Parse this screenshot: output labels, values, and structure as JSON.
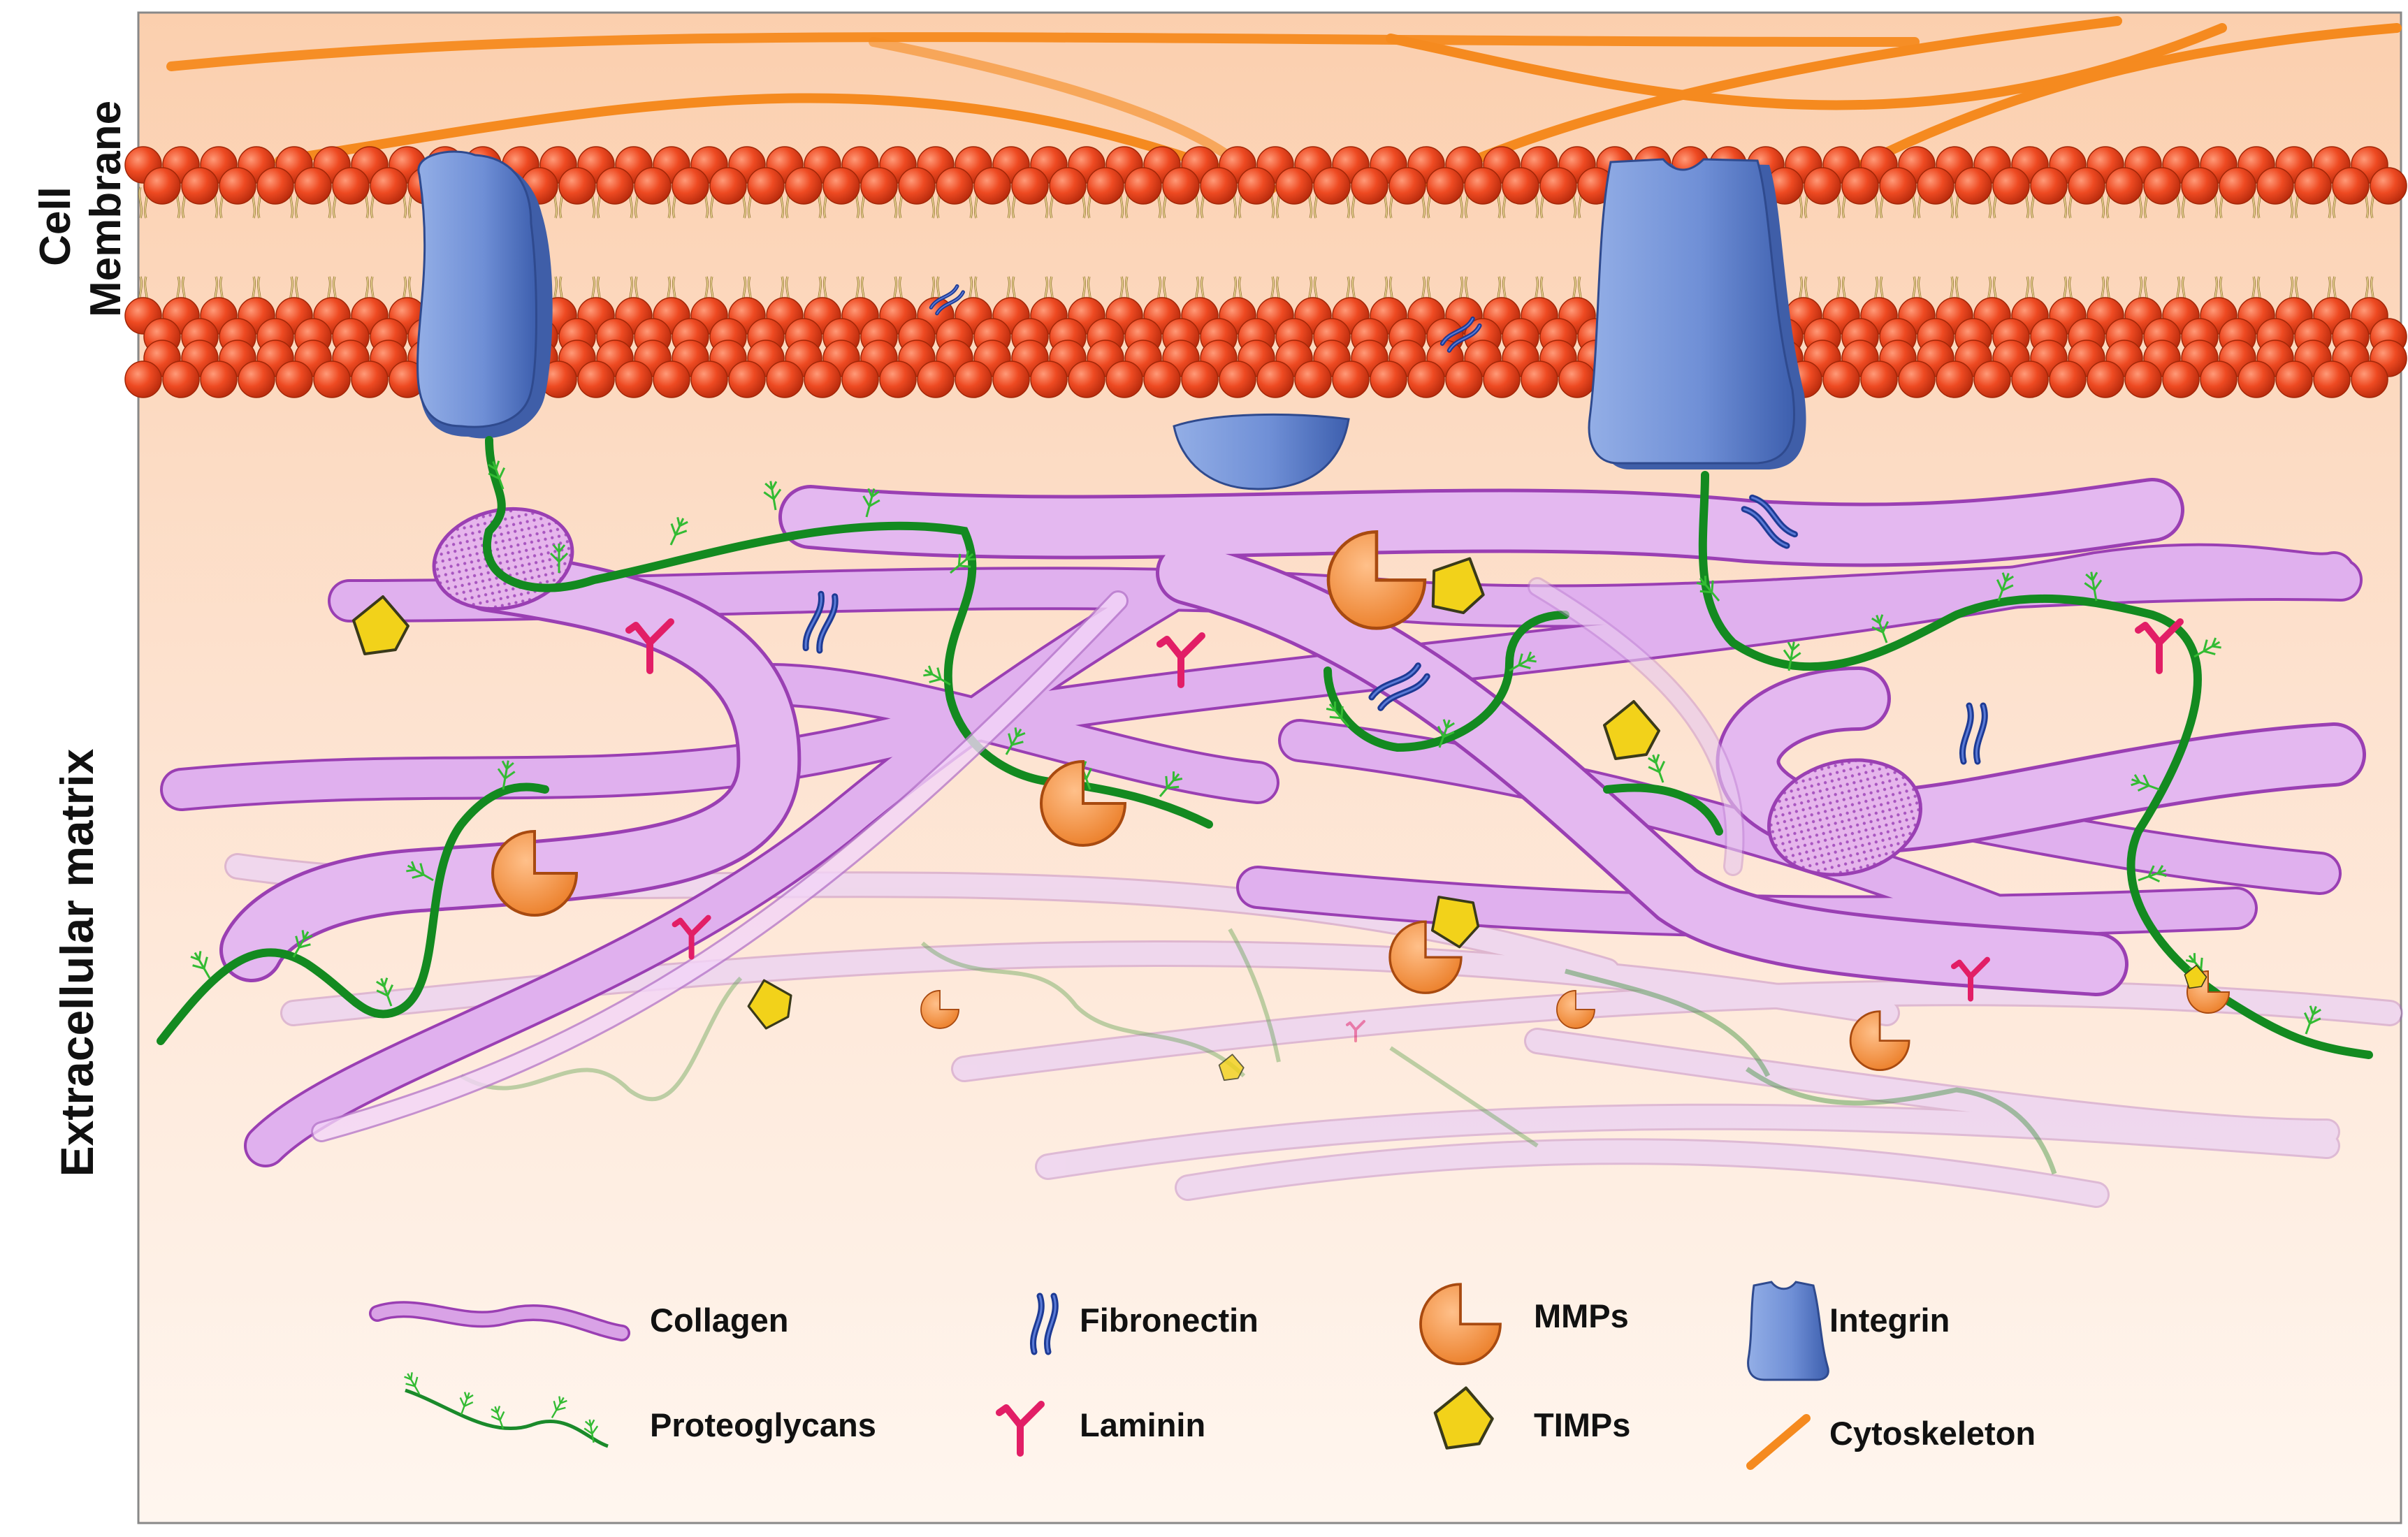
{
  "labels": {
    "cell_membrane": [
      "Cell",
      "Membrane"
    ],
    "extracellular_matrix": "Extracellular matrix"
  },
  "legend": [
    {
      "label": "Collagen",
      "icon": "collagen-icon"
    },
    {
      "label": "Fibronectin",
      "icon": "fibronectin-icon"
    },
    {
      "label": "MMPs",
      "icon": "mmp-icon"
    },
    {
      "label": "Integrin",
      "icon": "integrin-icon"
    },
    {
      "label": "Proteoglycans",
      "icon": "proteoglycan-icon"
    },
    {
      "label": "Laminin",
      "icon": "laminin-icon"
    },
    {
      "label": "TIMPs",
      "icon": "timp-icon"
    },
    {
      "label": "Cytoskeleton",
      "icon": "cytoskeleton-icon"
    }
  ],
  "colors": {
    "background_top": "#fbd3b4",
    "background_bottom": "#fff4ec",
    "phospholipid_head": "#e8401c",
    "phospholipid_tail": "#d9c07a",
    "cytoskeleton": "#f58a1f",
    "integrin": "#6f8fd0",
    "collagen": "#d9a2e6",
    "collagen_outline": "#9a3fb3",
    "proteoglycan_core": "#1a8a2a",
    "proteoglycan_branch": "#3cc63c",
    "fibronectin": "#1f3f9a",
    "laminin": "#e8226a",
    "mmp": "#f58a32",
    "timp": "#f2d21a"
  }
}
